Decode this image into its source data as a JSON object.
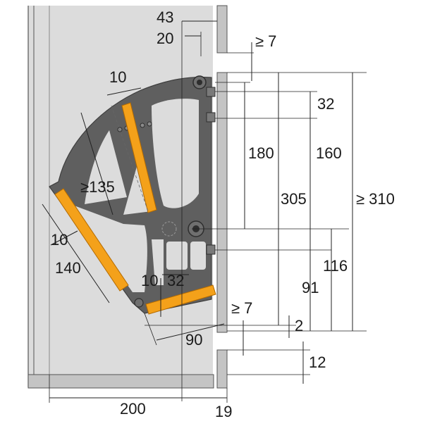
{
  "colors": {
    "cabinet_fill": "#dcdcdc",
    "panel_fill": "#c4c4c4",
    "panel_stroke": "#555555",
    "mechanism_fill": "#5f5f5f",
    "mechanism_dark": "#3e3e3e",
    "arm_orange": "#f4a11a",
    "arm_stroke": "#b36a00",
    "line": "#222222",
    "white": "#ffffff"
  },
  "labels": {
    "d43": "43",
    "d20": "20",
    "d7_top": "≥ 7",
    "d10_top": "10",
    "d32_top": "32",
    "d180": "180",
    "d160": "160",
    "d305": "305",
    "d310": "≥ 310",
    "d135": "≥135",
    "d10_left": "10",
    "d140": "140",
    "d116": "116",
    "d91": "91",
    "d10_bottom": "10",
    "d32_bottom": "32",
    "d7_bottom": "≥ 7",
    "d2": "2",
    "d90": "90",
    "d12": "12",
    "d200": "200",
    "d19": "19"
  }
}
